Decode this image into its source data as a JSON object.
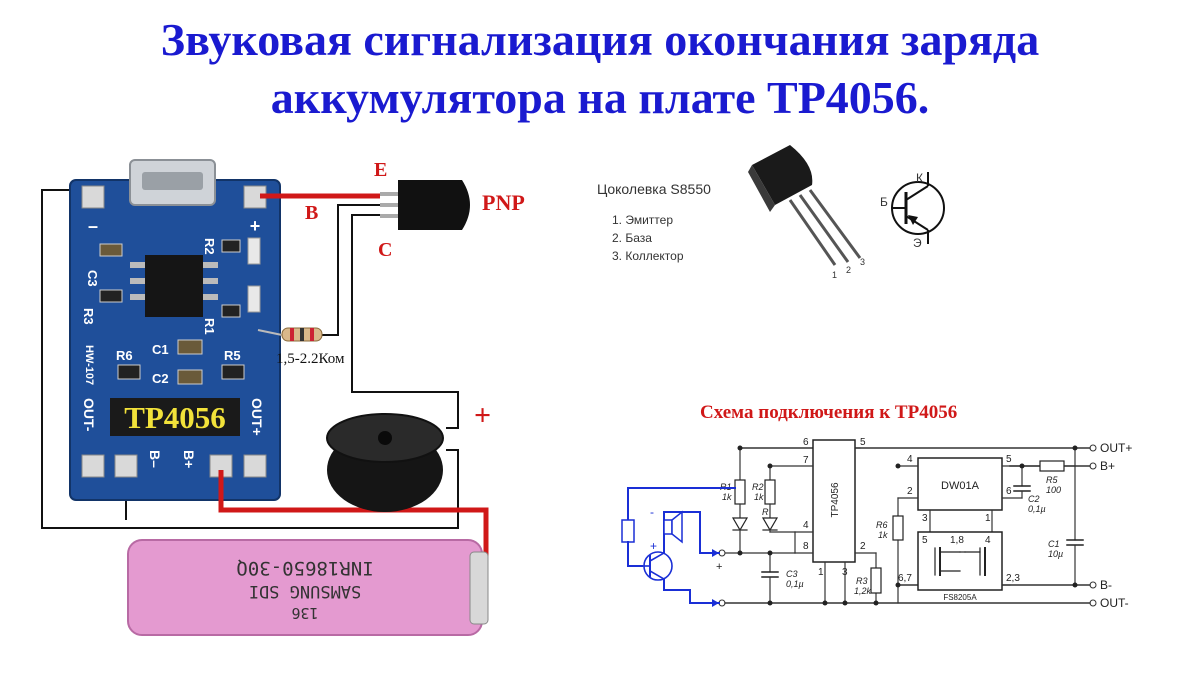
{
  "title": {
    "line1": "Звуковая сигнализация окончания заряда",
    "line2": "аккумулятора на плате ТР4056."
  },
  "wiring": {
    "transistor_type": "PNP",
    "pin_e": "E",
    "pin_b": "B",
    "pin_c": "C",
    "resistor_value": "1,5-2.2Ком",
    "plus_sign": "+",
    "board_label": "TP4056",
    "board_model": "HW-107",
    "silk": {
      "minus": "–",
      "plus": "+",
      "c3": "C3",
      "r3": "R3",
      "r2": "R2",
      "r1": "R1",
      "r6": "R6",
      "c1": "C1",
      "c2": "C2",
      "r5": "R5",
      "out_minus": "OUT-",
      "out_plus": "OUT+",
      "b_minus": "B–",
      "b_plus": "B+"
    },
    "battery_text1": "136",
    "battery_text2": "SAMSUNG SDI",
    "battery_text3": "INR18650-30Q"
  },
  "pinout": {
    "title": "Цоколевка S8550",
    "items": [
      "1. Эмиттер",
      "2. База",
      "3. Коллектор"
    ],
    "symbol_k": "К",
    "symbol_b": "Б",
    "symbol_e": "Э",
    "pin_numbers": [
      "1",
      "2",
      "3"
    ]
  },
  "schematic": {
    "title": "Схема подключения к TP4056",
    "out_plus": "OUT+",
    "b_plus": "B+",
    "b_minus": "B-",
    "out_minus": "OUT-",
    "chip_tp": "TP4056",
    "chip_dw": "DW01A",
    "chip_fs": "FS8205A",
    "r1": "R1",
    "r1v": "1k",
    "r2": "R2",
    "r2v": "1k",
    "r3": "R3",
    "r3v": "1,2k",
    "r5": "R5",
    "r5v": "100",
    "r6": "R6",
    "r6v": "1k",
    "c1": "C1",
    "c1v": "10µ",
    "c2": "C2",
    "c2v": "0,1µ",
    "c3": "C3",
    "c3v": "0,1µ",
    "led_r": "R",
    "plus": "+",
    "minus": "-",
    "pins": {
      "p6": "6",
      "p7": "7",
      "p5": "5",
      "p4": "4",
      "p8": "8",
      "p1": "1",
      "p3": "3",
      "p2": "2",
      "dw4": "4",
      "dw5": "5",
      "dw2": "2",
      "dw6": "6",
      "dw3": "3",
      "dw1": "1",
      "fs5": "5",
      "fs18": "1,8",
      "fs4": "4",
      "fs67": "6,7",
      "fs23": "2,3"
    }
  },
  "colors": {
    "title": "#1a1ad0",
    "red_label": "#d01818",
    "board": "#1f4f9a",
    "battery": "#e49ad0",
    "blue_wire": "#1a2fd6"
  }
}
